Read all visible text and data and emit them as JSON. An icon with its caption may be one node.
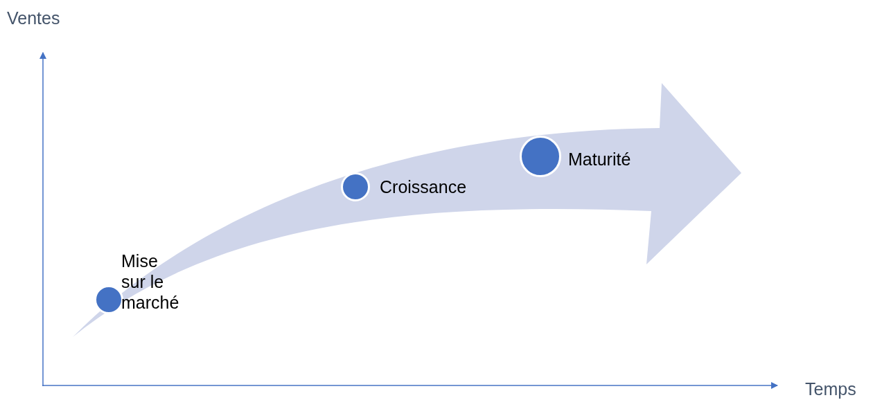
{
  "diagram": {
    "nodes": [
      {
        "text": [],
        "shape": "circle",
        "beside": [
          "Mise sur le marché"
        ]
      },
      {
        "text": [],
        "shape": "circle",
        "beside": [
          "Croissance"
        ]
      },
      {
        "text": [],
        "shape": "circle",
        "beside": [
          "Maturité"
        ]
      }
    ],
    "labels": [
      "Ventes",
      "Temps"
    ]
  }
}
